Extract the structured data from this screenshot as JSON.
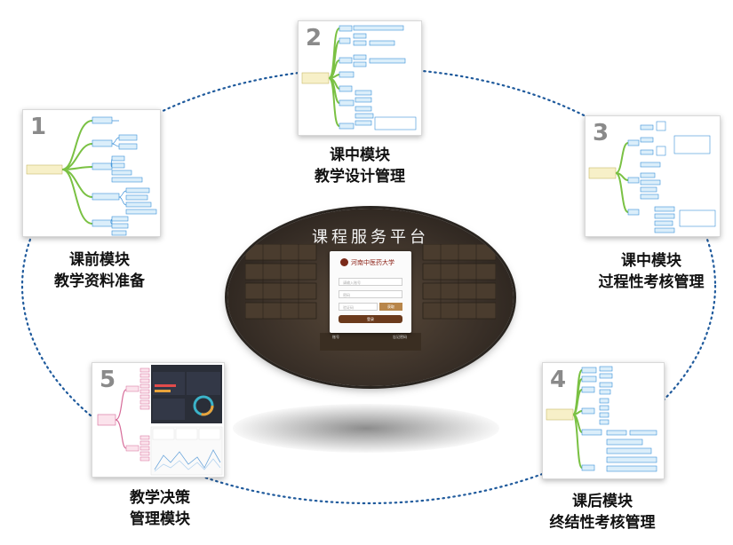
{
  "platform": {
    "title": "课程服务平台",
    "school_name": "河南中医药大学",
    "username_placeholder": "请输入账号",
    "password_placeholder": "密码",
    "captcha_placeholder": "验证码",
    "captcha_button": "获取",
    "login_button": "登录",
    "footer_left": "账号",
    "footer_right": "忘记密码"
  },
  "modules": [
    {
      "number": "1",
      "line1": "课前模块",
      "line2": "教学资料准备"
    },
    {
      "number": "2",
      "line1": "课中模块",
      "line2": "教学设计管理"
    },
    {
      "number": "3",
      "line1": "课中模块",
      "line2": "过程性考核管理"
    },
    {
      "number": "4",
      "line1": "课后模块",
      "line2": "终结性考核管理"
    },
    {
      "number": "5",
      "line1": "教学决策",
      "line2": "管理模块"
    }
  ],
  "colors": {
    "ring": "#1f5a9c",
    "mindmap_branch": "#7ac143",
    "mindmap_node": "#3a8fd8",
    "root_node": "#f7f0c8",
    "accent": "#8a1c10"
  }
}
